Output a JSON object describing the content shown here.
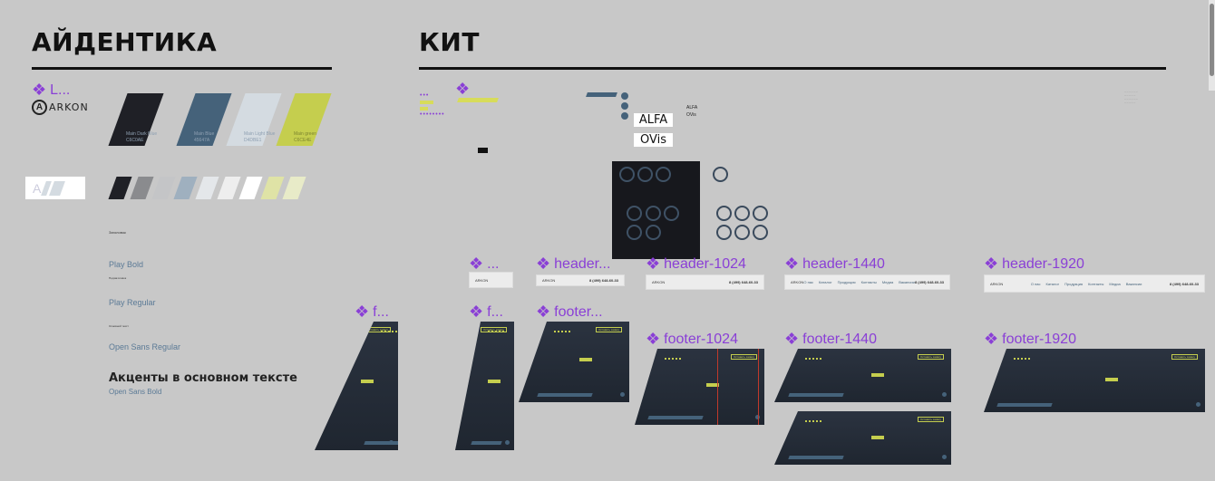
{
  "identity": {
    "title": "АЙДЕНТИКА",
    "component_label": "L...",
    "logo_text": "ARKON",
    "colors": [
      {
        "name": "Main Dark Blue",
        "hex": "#1F2026",
        "code": "C6C0AE"
      },
      {
        "name": "Main Blue",
        "hex": "#45627A",
        "code": "45647A"
      },
      {
        "name": "Main Light Blue",
        "hex": "#D4DBE1",
        "code": "D4DBE1"
      },
      {
        "name": "Main green",
        "hex": "#C5CE4E",
        "code": "C6CE4E"
      }
    ],
    "shades": [
      "#1f2026",
      "#8a8b8e",
      "#c4c5c7",
      "#9fb0bf",
      "#e4e7ea",
      "#eeeeee",
      "#ffffff",
      "#dfe3a6",
      "#e8ebc8"
    ],
    "typography": {
      "heading_caption": "Заголовок",
      "play_bold": "Play Bold",
      "subheading_caption": "Подзаголовок",
      "play_regular": "Play Regular",
      "body_caption": "Основной текст",
      "open_sans_regular": "Open Sans Regular",
      "accent_sample": "Акценты в основном тексте",
      "open_sans_bold": "Open Sans Bold"
    }
  },
  "kit": {
    "title": "КИТ",
    "logos": [
      "ALFA",
      "OVis"
    ],
    "headers": [
      {
        "label": "..."
      },
      {
        "label": "header..."
      },
      {
        "label": "header-1024"
      },
      {
        "label": "header-1440"
      },
      {
        "label": "header-1920"
      }
    ],
    "footers": [
      {
        "label": "f..."
      },
      {
        "label": "f..."
      },
      {
        "label": "footer..."
      },
      {
        "label": "footer-1024"
      },
      {
        "label": "footer-1440"
      },
      {
        "label": "footer-1920"
      }
    ],
    "header_logo": "ARKON",
    "header_phone": "8 (499) 648-60-33",
    "nav": [
      "О нас",
      "Каталог",
      "Продукция",
      "Контакты",
      "Медиа",
      "Вакансии"
    ],
    "footer_button": "Оставить заявку"
  },
  "accent": "#8a3fd6"
}
